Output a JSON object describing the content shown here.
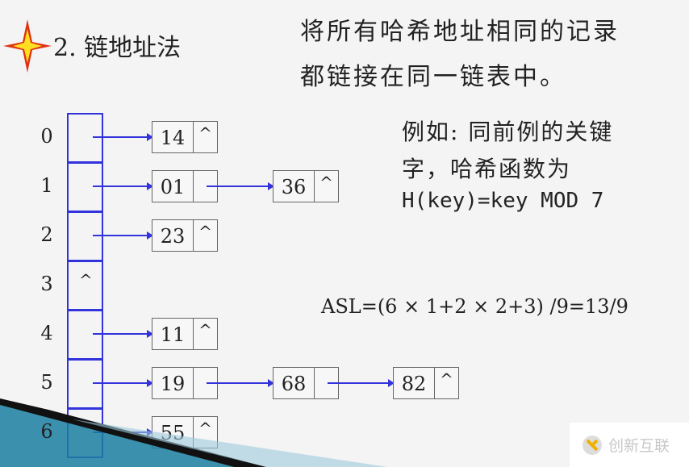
{
  "title": "2. 链地址法",
  "description": [
    "将所有哈希地址相同的记录",
    "都链接在同一链表中。"
  ],
  "example": [
    "例如: 同前例的关键",
    "字，哈希函数为",
    "H(key)=key MOD 7"
  ],
  "asl": "ASL=(6 × 1+2 × 2+3) /9=13/9",
  "null_symbol": "^",
  "table": [
    {
      "index": "0",
      "chain": [
        "14"
      ]
    },
    {
      "index": "1",
      "chain": [
        "01",
        "36"
      ]
    },
    {
      "index": "2",
      "chain": [
        "23"
      ]
    },
    {
      "index": "3",
      "chain": []
    },
    {
      "index": "4",
      "chain": [
        "11"
      ]
    },
    {
      "index": "5",
      "chain": [
        "19",
        "68",
        "82"
      ]
    },
    {
      "index": "6",
      "chain": [
        "55"
      ]
    }
  ],
  "watermark": "创新互联",
  "colors": {
    "pointer": "#3333dd",
    "accent": "#1a7fa0"
  }
}
